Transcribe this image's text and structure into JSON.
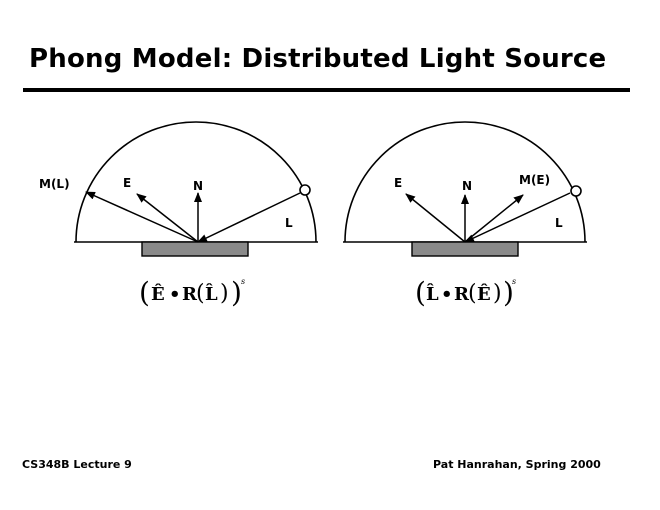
{
  "slide": {
    "title": "Phong Model: Distributed Light Source"
  },
  "diagram_left": {
    "label_M": "M(L)",
    "label_E": "E",
    "label_N": "N",
    "label_L": "L",
    "formula_a": "Ê",
    "formula_dot": "•",
    "formula_r": "R",
    "formula_b": "L̂",
    "formula_exp": "s"
  },
  "diagram_right": {
    "label_E": "E",
    "label_N": "N",
    "label_M": "M(E)",
    "label_L": "L",
    "formula_a": "L̂",
    "formula_dot": "•",
    "formula_r": "R",
    "formula_b": "Ê",
    "formula_exp": "s"
  },
  "footer": {
    "left": "CS348B Lecture 9",
    "right": "Pat Hanrahan, Spring 2000"
  }
}
